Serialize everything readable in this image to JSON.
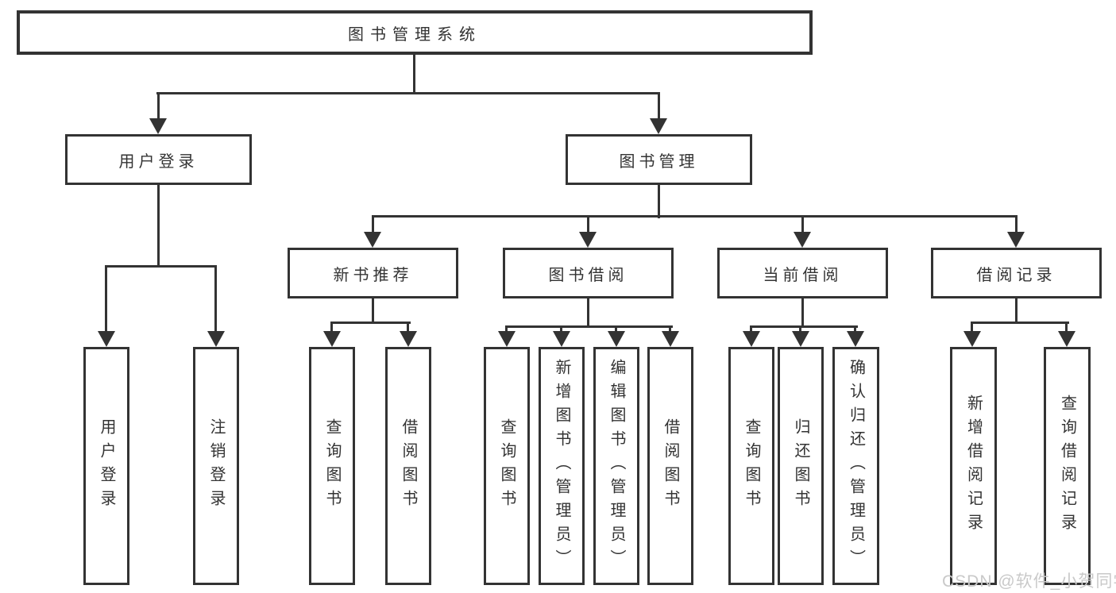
{
  "diagram": {
    "colors": {
      "line": "#333333",
      "text": "#333333",
      "background": "#ffffff",
      "watermark": "#c9c9c9"
    },
    "root": {
      "label": "图书管理系统"
    },
    "level2": [
      {
        "label": "用户登录",
        "children": [
          {
            "label": "用户登录"
          },
          {
            "label": "注销登录"
          }
        ]
      },
      {
        "label": "图书管理",
        "children": [
          {
            "label": "新书推荐",
            "children": [
              {
                "label": "查询图书"
              },
              {
                "label": "借阅图书"
              }
            ]
          },
          {
            "label": "图书借阅",
            "children": [
              {
                "label": "查询图书"
              },
              {
                "label": "新增图书（管理员）"
              },
              {
                "label": "编辑图书（管理员）"
              },
              {
                "label": "借阅图书"
              }
            ]
          },
          {
            "label": "当前借阅",
            "children": [
              {
                "label": "查询图书"
              },
              {
                "label": "归还图书"
              },
              {
                "label": "确认归还（管理员）"
              }
            ]
          },
          {
            "label": "借阅记录",
            "children": [
              {
                "label": "新增借阅记录"
              },
              {
                "label": "查询借阅记录"
              }
            ]
          }
        ]
      }
    ]
  },
  "watermark": {
    "text": "CSDN @软件_小贺同学"
  }
}
